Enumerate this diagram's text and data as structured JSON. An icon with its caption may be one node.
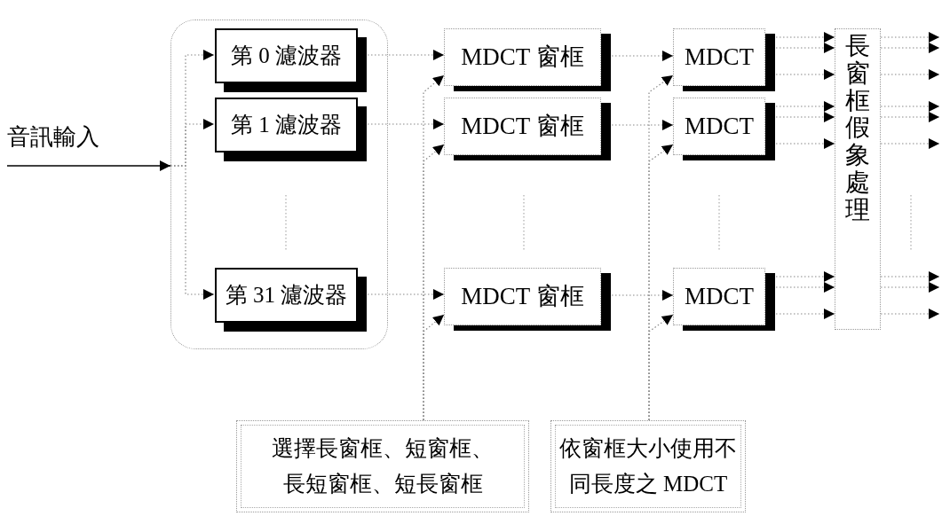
{
  "diagram": {
    "nodes": [
      {
        "text": [
          "音訊輸入"
        ]
      },
      {
        "text": [],
        "shape": "box"
      },
      {
        "text": [
          "第 0 濾波器"
        ],
        "in": 1
      },
      {
        "text": [
          "第 1 濾波器"
        ],
        "in": 1
      },
      {
        "text": [
          "第 31 濾波器"
        ],
        "in": 1
      },
      {
        "text": [
          "MDCT 窗框"
        ]
      },
      {
        "text": [
          "MDCT 窗框"
        ]
      },
      {
        "text": [
          "MDCT 窗框"
        ]
      },
      {
        "text": [
          "MDCT"
        ]
      },
      {
        "text": [
          "MDCT"
        ]
      },
      {
        "text": [
          "MDCT"
        ]
      },
      {
        "text": [
          "長窗框假象處理"
        ]
      },
      {
        "text": [
          "選擇長窗框、短窗框、長短窗框、短長窗框"
        ]
      },
      {
        "text": [
          "依窗框大小使用不同長度之 MDCT"
        ]
      }
    ],
    "edges": [
      {
        "from": 0,
        "to": 1,
        "arrow": "to",
        "color": "#000000"
      },
      {
        "from": 1,
        "to": 2,
        "arrow": "to",
        "style": "dashed"
      },
      {
        "from": 1,
        "to": 3,
        "arrow": "to",
        "style": "dashed"
      },
      {
        "from": 1,
        "to": 4,
        "arrow": "to",
        "style": "dashed"
      },
      {
        "from": 2,
        "to": 5,
        "arrow": "to",
        "style": "dashed"
      },
      {
        "from": 3,
        "to": 6,
        "arrow": "to",
        "style": "dashed"
      },
      {
        "from": 4,
        "to": 7,
        "arrow": "to",
        "style": "dashed"
      },
      {
        "from": 5,
        "to": 8,
        "arrow": "to",
        "style": "dashed"
      },
      {
        "from": 6,
        "to": 9,
        "arrow": "to",
        "style": "dashed"
      },
      {
        "from": 7,
        "to": 10,
        "arrow": "to",
        "style": "dashed"
      },
      {
        "from": 12,
        "to": 5,
        "arrow": "to",
        "style": "dashed"
      },
      {
        "from": 12,
        "to": 6,
        "arrow": "to",
        "style": "dashed"
      },
      {
        "from": 12,
        "to": 7,
        "arrow": "to",
        "style": "dashed"
      },
      {
        "from": 13,
        "to": 8,
        "arrow": "to",
        "style": "dashed"
      },
      {
        "from": 13,
        "to": 9,
        "arrow": "to",
        "style": "dashed"
      },
      {
        "from": 13,
        "to": 10,
        "arrow": "to",
        "style": "dashed"
      },
      {
        "from": 8,
        "to": 11,
        "arrow": "to",
        "style": "dashed"
      },
      {
        "from": 8,
        "to": 11,
        "arrow": "to",
        "style": "dashed"
      },
      {
        "from": 8,
        "to": 11,
        "arrow": "to",
        "style": "dashed"
      },
      {
        "from": 9,
        "to": 11,
        "arrow": "to",
        "style": "dashed"
      },
      {
        "from": 9,
        "to": 11,
        "arrow": "to",
        "style": "dashed"
      },
      {
        "from": 9,
        "to": 11,
        "arrow": "to",
        "style": "dashed"
      },
      {
        "from": 10,
        "to": 11,
        "arrow": "to",
        "style": "dashed"
      },
      {
        "from": 10,
        "to": 11,
        "arrow": "to",
        "style": "dashed"
      },
      {
        "from": 10,
        "to": 11,
        "arrow": "to",
        "style": "dashed"
      },
      {
        "from": 11,
        "to": null,
        "arrow": "to",
        "style": "dashed"
      },
      {
        "from": 11,
        "to": null,
        "arrow": "to",
        "style": "dashed"
      },
      {
        "from": 11,
        "to": null,
        "arrow": "to",
        "style": "dashed"
      },
      {
        "from": 11,
        "to": null,
        "arrow": "to",
        "style": "dashed"
      },
      {
        "from": 11,
        "to": null,
        "arrow": "to",
        "style": "dashed"
      },
      {
        "from": 11,
        "to": null,
        "arrow": "to",
        "style": "dashed"
      },
      {
        "from": 11,
        "to": null,
        "arrow": "to",
        "style": "dashed"
      },
      {
        "from": 11,
        "to": null,
        "arrow": "to",
        "style": "dashed"
      },
      {
        "from": 11,
        "to": null,
        "arrow": "to",
        "style": "dashed"
      }
    ]
  }
}
